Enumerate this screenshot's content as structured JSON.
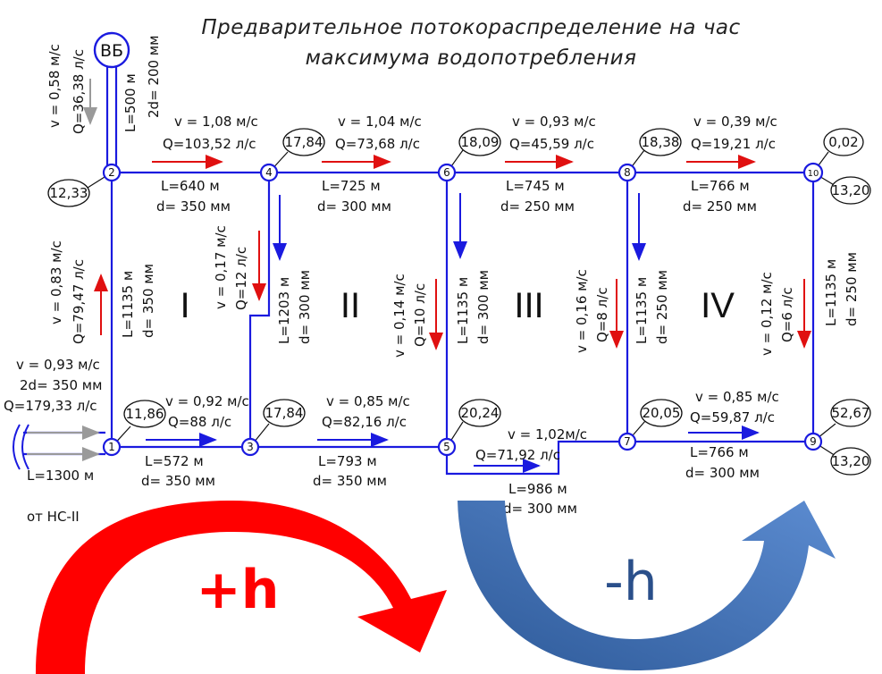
{
  "title": {
    "line1": "Предварительное потокораспределение на час",
    "line2": "максимума водопотребления"
  },
  "tower": {
    "label": "ВБ"
  },
  "nodes": [
    "1",
    "2",
    "3",
    "4",
    "5",
    "6",
    "7",
    "8",
    "9",
    "10"
  ],
  "node_values": {
    "n1": "11,86",
    "n2": "12,33",
    "n3": "17,84",
    "n4": "17,84",
    "n5": "20,24",
    "n6": "18,09",
    "n7": "20,05",
    "n8": "18,38",
    "n9a": "52,67",
    "n9b": "13,20",
    "n10a": "0,02",
    "n10b": "13,20"
  },
  "rings": [
    "I",
    "II",
    "III",
    "IV"
  ],
  "pipes": {
    "p2_4": {
      "v": "v = 1,08 м/с",
      "q": "Q=103,52 л/с",
      "l": "L=640 м",
      "d": "d= 350 мм"
    },
    "p4_6": {
      "v": "v = 1,04 м/с",
      "q": "Q=73,68 л/с",
      "l": "L=725 м",
      "d": "d= 300 мм"
    },
    "p6_8": {
      "v": "v = 0,93 м/с",
      "q": "Q=45,59 л/с",
      "l": "L=745 м",
      "d": "d= 250 мм"
    },
    "p8_10": {
      "v": "v = 0,39 м/с",
      "q": "Q=19,21 л/с",
      "l": "L=766 м",
      "d": "d= 250 мм"
    },
    "p1_3": {
      "v": "v = 0,92 м/с",
      "q": "Q=88 л/с",
      "l": "L=572 м",
      "d": "d= 350 мм"
    },
    "p3_5": {
      "v": "v = 0,85 м/с",
      "q": "Q=82,16 л/с",
      "l": "L=793 м",
      "d": "d= 350 мм"
    },
    "p5_7": {
      "v": "v = 1,02м/с",
      "q": "Q=71,92 л/с",
      "l": "L=986 м",
      "d": "d= 300 мм"
    },
    "p7_9": {
      "v": "v = 0,85 м/с",
      "q": "Q=59,87 л/с",
      "l": "L=766 м",
      "d": "d= 300 мм"
    },
    "p1_2": {
      "v": "v = 0,83 м/с",
      "q": "Q=79,47 л/с",
      "l": "L=1135 м",
      "d": "d= 350 мм"
    },
    "p3_4": {
      "v": "v = 0,17 м/с",
      "q": "Q=12 л/с",
      "l": "L=1203 м",
      "d": "d= 300 мм"
    },
    "p5_6": {
      "v": "v = 0,14 м/с",
      "q": "Q=10 л/с",
      "l": "L=1135 м",
      "d": "d= 300 мм"
    },
    "p7_8": {
      "v": "v = 0,16 м/с",
      "q": "Q=8 л/с",
      "l": "L=1135 м",
      "d": "d= 250 мм"
    },
    "p9_10": {
      "v": "v = 0,12 м/с",
      "q": "Q=6 л/с",
      "l": "L=1135 м",
      "d": "d= 250 мм"
    },
    "tower": {
      "v": "v = 0,58 м/с",
      "q": "Q=36,38 л/с",
      "l": "L=500 м",
      "d": "2d= 200 мм"
    },
    "inlet": {
      "v": "v = 0,93 м/с",
      "d": "2d= 350 мм",
      "q": "Q=179,33 л/с",
      "l": "L=1300 м",
      "src": "от НС-II"
    }
  },
  "legend": {
    "plus": "+h",
    "minus": "-h"
  },
  "colors": {
    "pipe": "#1a1adf",
    "flow_red": "#e01010",
    "flow_blue": "#1a1adf",
    "flow_gray": "#9a9a9a",
    "arc_red": "#ff0000",
    "arc_blue": "#4a72b0"
  }
}
